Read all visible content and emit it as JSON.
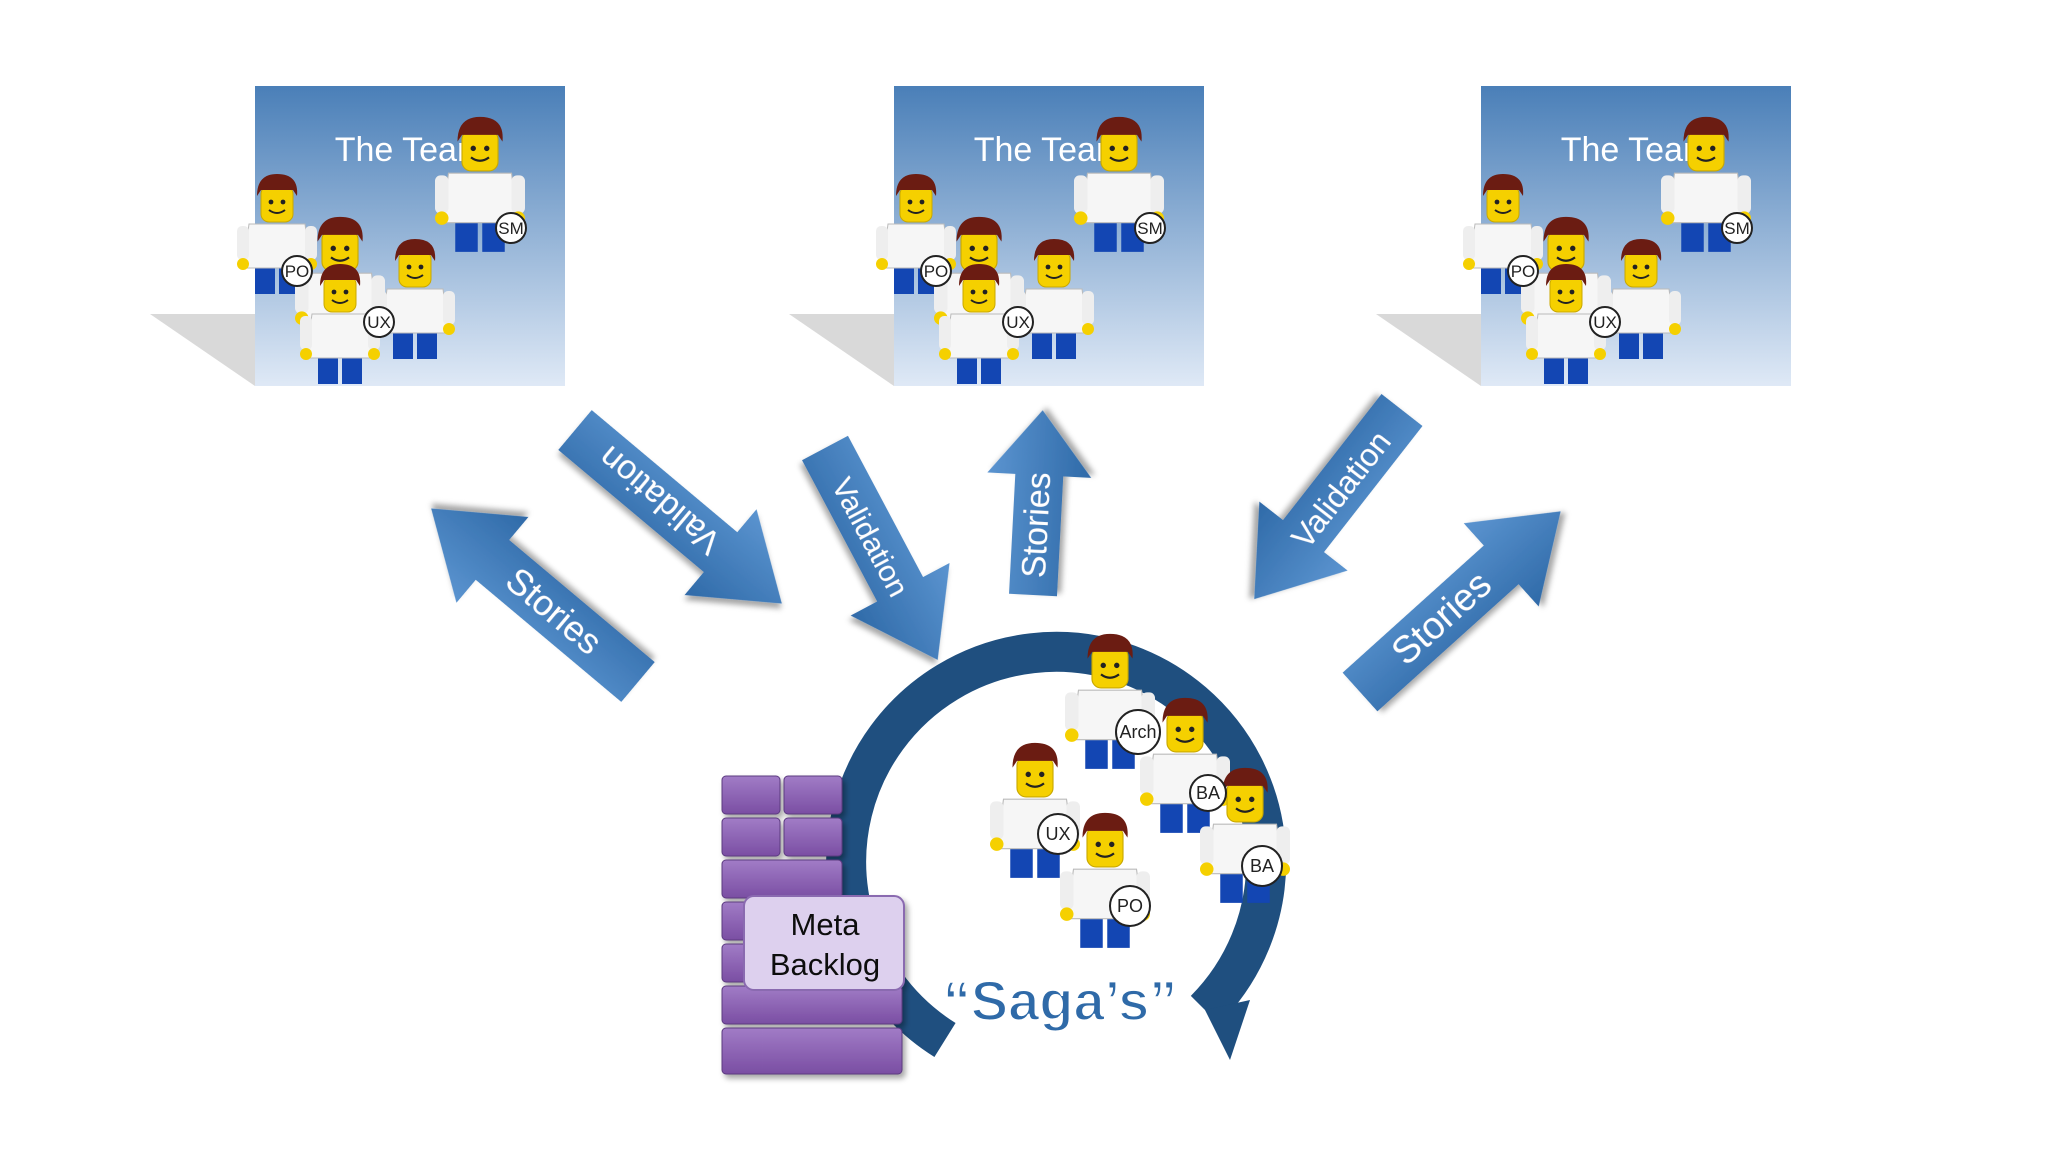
{
  "teams": [
    {
      "title": "The Team",
      "roles": [
        "PO",
        "UX",
        "SM"
      ]
    },
    {
      "title": "The Team",
      "roles": [
        "PO",
        "UX",
        "SM"
      ]
    },
    {
      "title": "The Team",
      "roles": [
        "PO",
        "UX",
        "SM"
      ]
    }
  ],
  "arrows": [
    {
      "label": "Stories",
      "direction": "to-team-1"
    },
    {
      "label": "Validation",
      "direction": "from-team-1"
    },
    {
      "label": "Validation",
      "direction": "from-team-2"
    },
    {
      "label": "Stories",
      "direction": "to-team-2"
    },
    {
      "label": "Validation",
      "direction": "from-team-3"
    },
    {
      "label": "Stories",
      "direction": "to-team-3"
    }
  ],
  "backlog": {
    "line1": "Meta",
    "line2": "Backlog"
  },
  "cycle": {
    "label": "“Saga’s”"
  },
  "core_group": {
    "roles": [
      "Arch",
      "BA",
      "UX",
      "PO",
      "BA"
    ]
  },
  "colors": {
    "arrow": "#3d79bb",
    "card_top": "#4a7fb8",
    "card_bottom": "#dfe9f6",
    "backlog": "#8a5cb0",
    "backlog_label_bg": "#ddd0ee",
    "cycle_ring": "#1f4f7f",
    "saga_text": "#2f6aa8"
  }
}
